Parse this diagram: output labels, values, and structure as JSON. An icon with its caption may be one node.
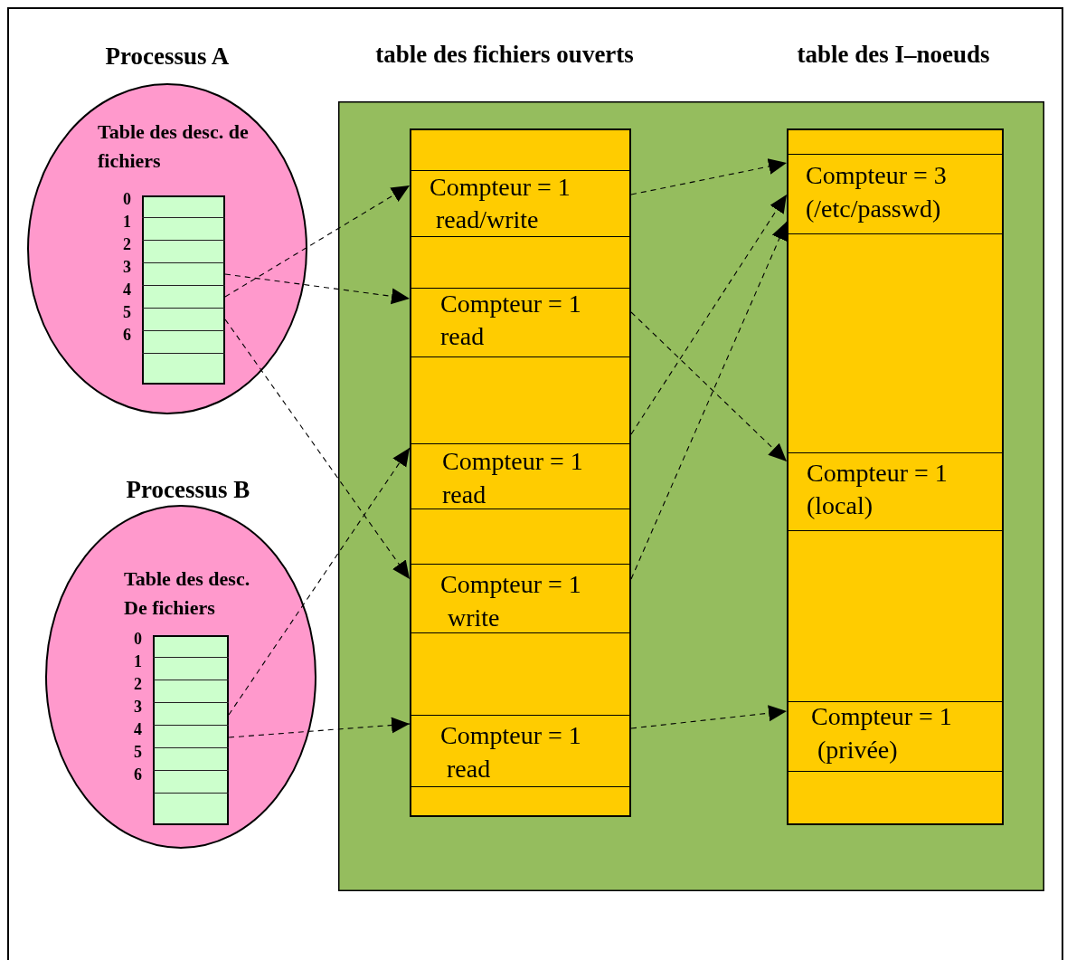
{
  "diagram": {
    "nodes": [
      {
        "text": [
          "Processus A",
          "Table des desc. de fichiers"
        ]
      },
      {
        "text": [],
        "shape": "box",
        "in": 0
      },
      {
        "text": [],
        "shape": "box",
        "in": 1,
        "beside": [
          "0"
        ]
      },
      {
        "text": [],
        "shape": "box",
        "in": 1,
        "beside": [
          "1"
        ]
      },
      {
        "text": [],
        "shape": "box",
        "in": 1,
        "beside": [
          "2"
        ]
      },
      {
        "text": [],
        "shape": "box",
        "in": 1,
        "beside": [
          "3"
        ]
      },
      {
        "text": [],
        "shape": "box",
        "in": 1,
        "beside": [
          "4"
        ]
      },
      {
        "text": [],
        "shape": "box",
        "in": 1,
        "beside": [
          "5"
        ]
      },
      {
        "text": [],
        "shape": "box",
        "in": 1,
        "beside": [
          "6"
        ]
      },
      {
        "text": [
          "Processus B",
          "Table des desc. De fichiers"
        ]
      },
      {
        "text": [],
        "shape": "box",
        "in": 9
      },
      {
        "text": [],
        "shape": "box",
        "in": 10,
        "beside": [
          "0"
        ]
      },
      {
        "text": [],
        "shape": "box",
        "in": 10,
        "beside": [
          "1"
        ]
      },
      {
        "text": [],
        "shape": "box",
        "in": 10,
        "beside": [
          "2"
        ]
      },
      {
        "text": [],
        "shape": "box",
        "in": 10,
        "beside": [
          "3"
        ]
      },
      {
        "text": [],
        "shape": "box",
        "in": 10,
        "beside": [
          "4"
        ]
      },
      {
        "text": [],
        "shape": "box",
        "in": 10,
        "beside": [
          "5"
        ]
      },
      {
        "text": [],
        "shape": "box",
        "in": 10,
        "beside": [
          "6"
        ]
      },
      {
        "text": [],
        "shape": "box"
      },
      {
        "text": [],
        "shape": "box",
        "in": 18
      },
      {
        "text": [
          "Compteur = 1",
          "read/write"
        ],
        "in": 19
      },
      {
        "text": [
          "Compteur = 1",
          "read"
        ],
        "in": 19
      },
      {
        "text": [
          "Compteur = 1",
          "read"
        ],
        "in": 19
      },
      {
        "text": [
          "Compteur = 1",
          "write"
        ],
        "in": 19
      },
      {
        "text": [
          "Compteur = 1",
          "read"
        ],
        "in": 19
      },
      {
        "text": [],
        "shape": "box",
        "in": 18
      },
      {
        "text": [
          "Compteur = 3",
          "(/etc/passwd)"
        ],
        "in": 25
      },
      {
        "text": [
          "Compteur = 1",
          "(local)"
        ],
        "in": 25
      },
      {
        "text": [
          "Compteur = 1",
          "(privée)"
        ],
        "in": 25
      }
    ],
    "edges": [
      {
        "from": 5,
        "to": 21,
        "arrow": "to",
        "style": "dashed"
      },
      {
        "from": 6,
        "to": 20,
        "arrow": "to",
        "style": "dashed"
      },
      {
        "from": 7,
        "to": 23,
        "arrow": "to",
        "style": "dashed"
      },
      {
        "from": 14,
        "to": 22,
        "arrow": "to",
        "style": "dashed"
      },
      {
        "from": 15,
        "to": 24,
        "arrow": "to",
        "style": "dashed"
      },
      {
        "from": 20,
        "to": 26,
        "arrow": "to",
        "style": "dashed"
      },
      {
        "from": 21,
        "to": 27,
        "arrow": "to",
        "style": "dashed"
      },
      {
        "from": 22,
        "to": 26,
        "arrow": "to",
        "style": "dashed"
      },
      {
        "from": 23,
        "to": 26,
        "arrow": "to",
        "style": "dashed"
      },
      {
        "from": 24,
        "to": 28,
        "arrow": "to",
        "style": "dashed"
      }
    ],
    "labels": [
      "table des fichiers ouverts",
      "table des I–noeuds"
    ]
  }
}
